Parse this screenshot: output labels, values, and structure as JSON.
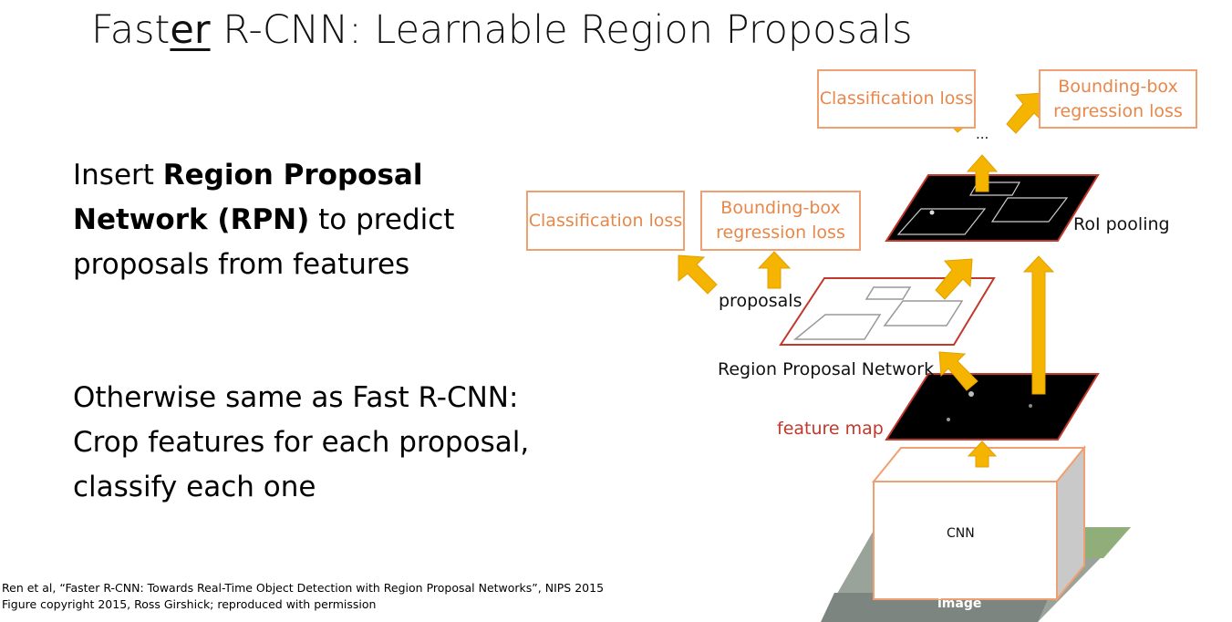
{
  "title": {
    "prefix": "Fast",
    "underlined": "er",
    "suffix": " R-CNN: Learnable Region Proposals"
  },
  "bullets": [
    {
      "bold": "Region Proposal Network (RPN)",
      "before": "Insert ",
      "after": " to predict proposals from features"
    },
    {
      "text": "Otherwise same as Fast R-CNN: Crop features for each proposal, classify each one"
    }
  ],
  "citation": {
    "line1": "Ren et al, “Faster R-CNN: Towards Real-Time Object Detection with Region Proposal Networks”, NIPS 2015",
    "line2": "Figure copyright 2015, Ross Girshick; reproduced with permission"
  },
  "diagram": {
    "top_class_loss": "Classification loss",
    "top_bbox_loss": "Bounding-box regression loss",
    "rpn_class_loss": "Classification loss",
    "rpn_bbox_loss": "Bounding-box regression loss",
    "ellipsis": "...",
    "roi_pooling": "RoI pooling",
    "proposals": "proposals",
    "rpn_label": "Region Proposal Network",
    "feature_map": "feature map",
    "cnn": "CNN",
    "image": "image"
  },
  "colors": {
    "arrow": "#f5b400",
    "box_border": "#f0a070",
    "box_text": "#e8874a",
    "feature_border": "#c0392b",
    "feature_map_text": "#c0392b"
  }
}
